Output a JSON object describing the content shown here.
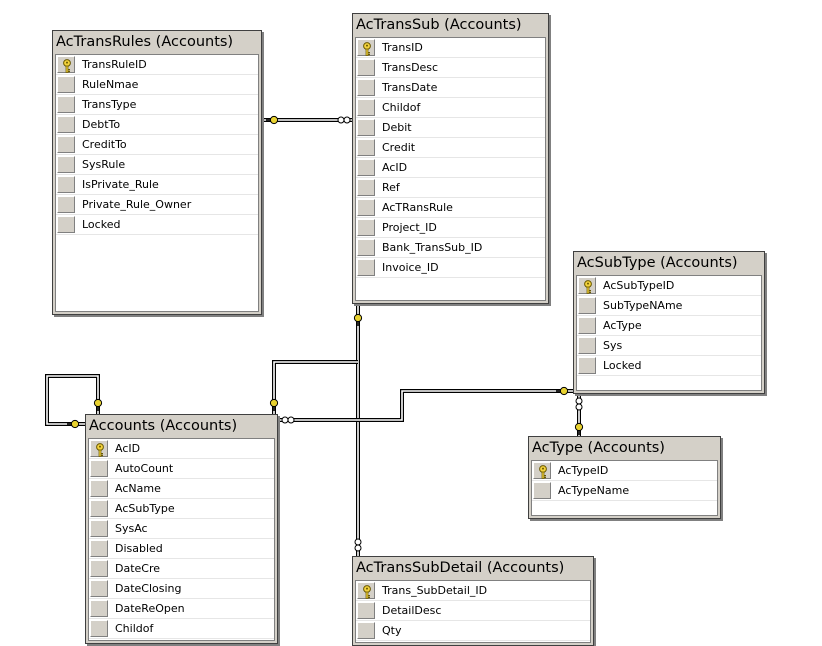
{
  "tables": [
    {
      "id": "t-actransrules",
      "name": "AcTransRules (Accounts)",
      "fields": [
        {
          "name": "TransRuleID",
          "key": true
        },
        {
          "name": "RuleNmae"
        },
        {
          "name": "TransType"
        },
        {
          "name": "DebtTo"
        },
        {
          "name": "CreditTo"
        },
        {
          "name": "SysRule"
        },
        {
          "name": "IsPrivate_Rule"
        },
        {
          "name": "Private_Rule_Owner"
        },
        {
          "name": "Locked"
        }
      ]
    },
    {
      "id": "t-actranssub",
      "name": "AcTransSub (Accounts)",
      "fields": [
        {
          "name": "TransID",
          "key": true
        },
        {
          "name": "TransDesc"
        },
        {
          "name": "TransDate"
        },
        {
          "name": "Childof"
        },
        {
          "name": "Debit"
        },
        {
          "name": "Credit"
        },
        {
          "name": "AcID"
        },
        {
          "name": "Ref"
        },
        {
          "name": "AcTRansRule"
        },
        {
          "name": "Project_ID"
        },
        {
          "name": "Bank_TransSub_ID"
        },
        {
          "name": "Invoice_ID"
        }
      ]
    },
    {
      "id": "t-acsubtype",
      "name": "AcSubType (Accounts)",
      "fields": [
        {
          "name": "AcSubTypeID",
          "key": true
        },
        {
          "name": "SubTypeNAme"
        },
        {
          "name": "AcType"
        },
        {
          "name": "Sys"
        },
        {
          "name": "Locked"
        }
      ]
    },
    {
      "id": "t-actype",
      "name": "AcType (Accounts)",
      "fields": [
        {
          "name": "AcTypeID",
          "key": true
        },
        {
          "name": "AcTypeName"
        }
      ]
    },
    {
      "id": "t-accounts",
      "name": "Accounts (Accounts)",
      "fields": [
        {
          "name": "AcID",
          "key": true
        },
        {
          "name": "AutoCount"
        },
        {
          "name": "AcName"
        },
        {
          "name": "AcSubType"
        },
        {
          "name": "SysAc"
        },
        {
          "name": "Disabled"
        },
        {
          "name": "DateCre"
        },
        {
          "name": "DateClosing"
        },
        {
          "name": "DateReOpen"
        },
        {
          "name": "Childof"
        }
      ]
    },
    {
      "id": "t-actranssubdetail",
      "name": "AcTransSubDetail (Accounts)",
      "fields": [
        {
          "name": "Trans_SubDetail_ID",
          "key": true
        },
        {
          "name": "DetailDesc"
        },
        {
          "name": "Qty"
        }
      ]
    }
  ],
  "colors": {
    "header": "#d4d0c8",
    "line": "#000000",
    "key": "#f3d23c",
    "connector": "#e8d230"
  }
}
